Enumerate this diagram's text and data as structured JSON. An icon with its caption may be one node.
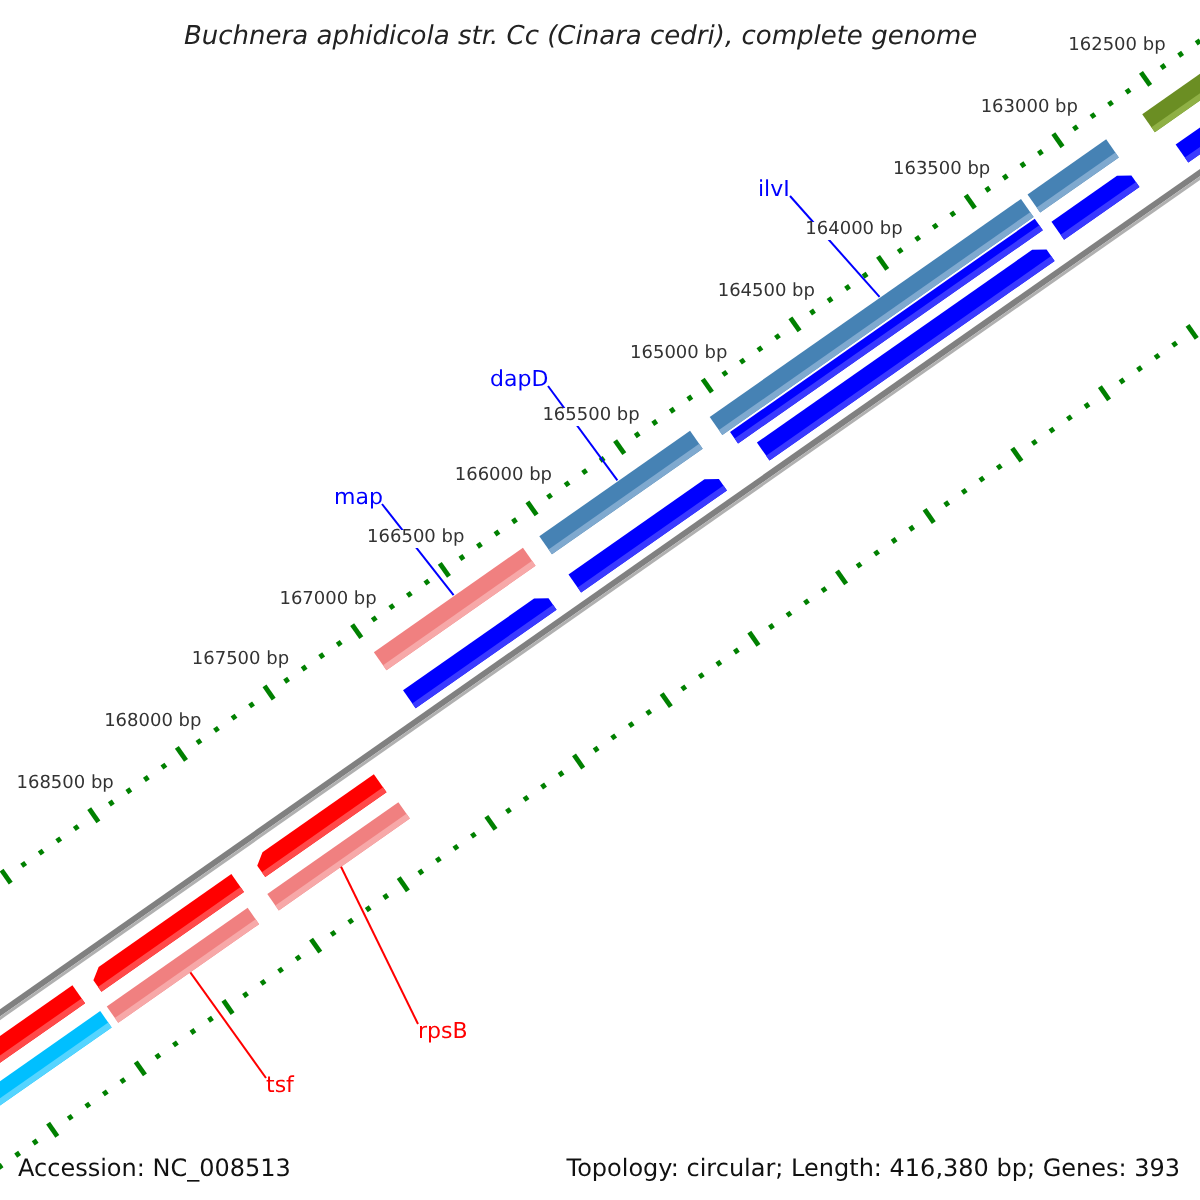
{
  "diagram": {
    "title": "Buchnera aphidicola str. Cc (Cinara cedri), complete genome",
    "nodes": [
      {
        "text": [
          "ilvI"
        ]
      },
      {
        "text": [],
        "shape": "bar"
      },
      {
        "text": [
          "dapD"
        ]
      },
      {
        "text": [],
        "shape": "bar"
      },
      {
        "text": [
          "map"
        ]
      },
      {
        "text": [],
        "shape": "bar"
      },
      {
        "text": [
          "rpsB"
        ]
      },
      {
        "text": [],
        "shape": "bar"
      },
      {
        "text": [
          "tsf"
        ]
      },
      {
        "text": [],
        "shape": "bar"
      }
    ],
    "edges": [
      {
        "from": 0,
        "to": 1,
        "arrow": "none"
      },
      {
        "from": 2,
        "to": 3,
        "arrow": "none"
      },
      {
        "from": 4,
        "to": 5,
        "arrow": "none"
      },
      {
        "from": 6,
        "to": 7,
        "arrow": "none",
        "color": "#ff0000"
      },
      {
        "from": 8,
        "to": 9,
        "arrow": "none",
        "color": "#ff0000"
      }
    ],
    "labels": [
      "162500 bp",
      "163000 bp",
      "163500 bp",
      "164000 bp",
      "164500 bp",
      "165000 bp",
      "165500 bp",
      "166000 bp",
      "166500 bp",
      "167000 bp",
      "167500 bp",
      "168000 bp",
      "168500 bp",
      "Accession: NC_008513",
      "Topology: circular; Length: 416,380 bp; Genes: 393"
    ]
  }
}
